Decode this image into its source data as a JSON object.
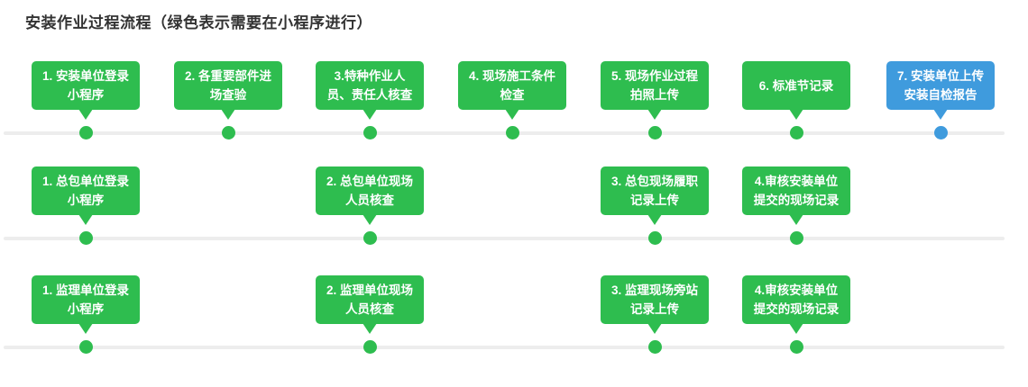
{
  "title": "安装作业过程流程（绿色表示需要在小程序进行）",
  "colors": {
    "green": "#2ebd4f",
    "blue": "#3f9bdd",
    "timeline_line": "#ededed",
    "bubble_text": "#ffffff",
    "title_text": "#333333"
  },
  "rows": [
    {
      "steps": [
        {
          "label": "1. 安装单位登录\n小程序",
          "color": "green"
        },
        {
          "label": "2. 各重要部件进\n场查验",
          "color": "green"
        },
        {
          "label": "3.特种作业人\n员、责任人核查",
          "color": "green"
        },
        {
          "label": "4. 现场施工条件\n检查",
          "color": "green"
        },
        {
          "label": "5. 现场作业过程\n拍照上传",
          "color": "green"
        },
        {
          "label": "6. 标准节记录",
          "color": "green"
        },
        {
          "label": "7. 安装单位上传\n安装自检报告",
          "color": "blue"
        }
      ]
    },
    {
      "steps": [
        {
          "label": "1. 总包单位登录\n小程序",
          "color": "green"
        },
        {
          "label": "2. 总包单位现场\n人员核查",
          "color": "green"
        },
        {
          "label": "3. 总包现场履职\n记录上传",
          "color": "green"
        },
        {
          "label": "4.审核安装单位\n提交的现场记录",
          "color": "green"
        }
      ]
    },
    {
      "steps": [
        {
          "label": "1. 监理单位登录\n小程序",
          "color": "green"
        },
        {
          "label": "2. 监理单位现场\n人员核查",
          "color": "green"
        },
        {
          "label": "3. 监理现场旁站\n记录上传",
          "color": "green"
        },
        {
          "label": "4.审核安装单位\n提交的现场记录",
          "color": "green"
        }
      ]
    }
  ]
}
